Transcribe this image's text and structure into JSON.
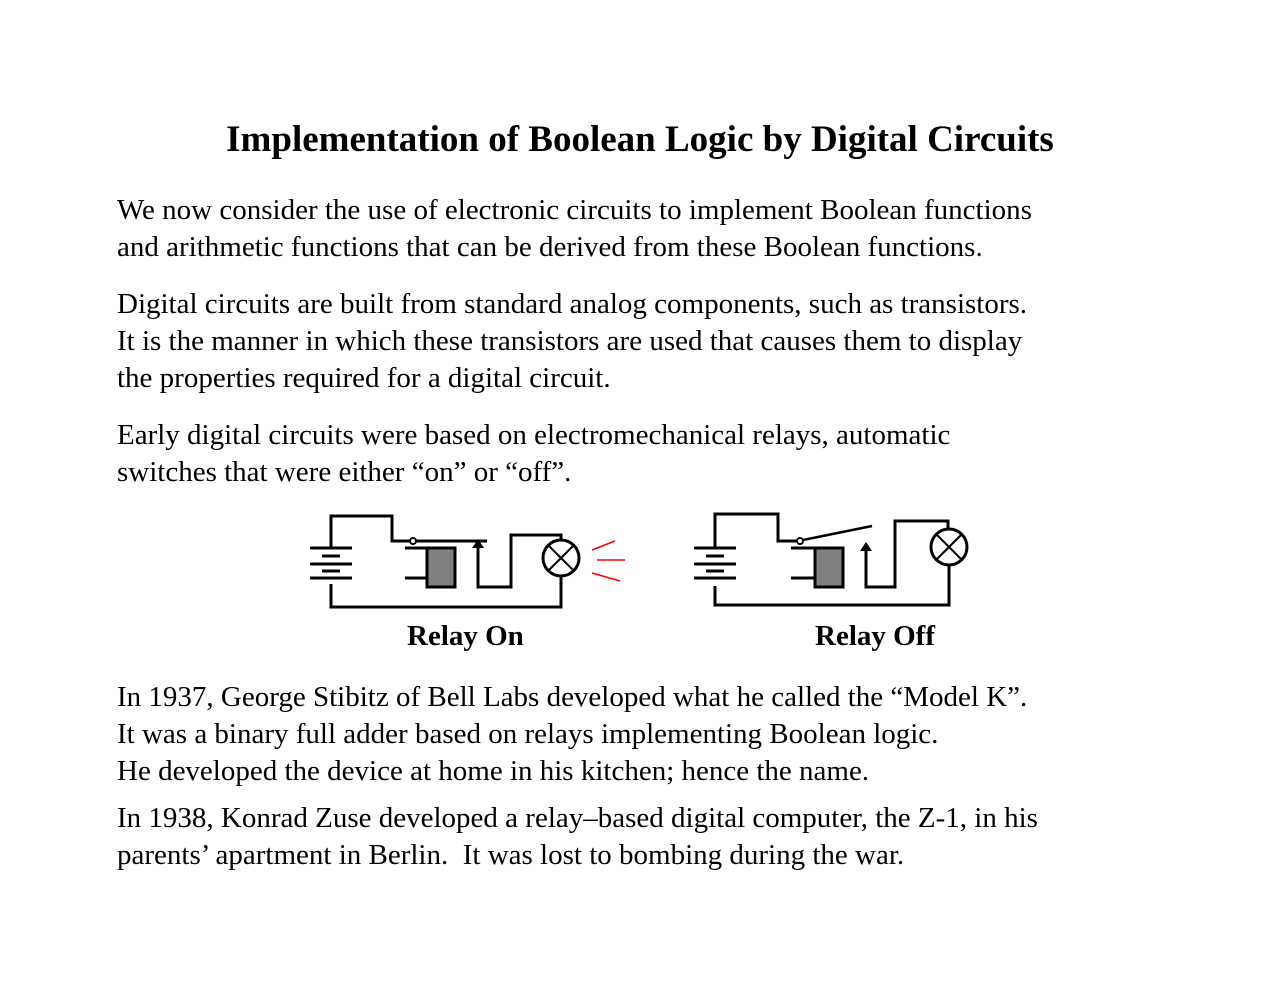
{
  "title": "Implementation of Boolean Logic by Digital Circuits",
  "paragraphs": [
    "We now consider the use of electronic circuits to implement Boolean functions\nand arithmetic functions that can be derived from these Boolean functions.",
    "Digital circuits are built from standard analog components, such as transistors.\nIt is the manner in which these transistors are used that causes them to display\nthe properties required for a digital circuit.",
    "Early digital circuits were based on electromechanical relays, automatic\nswitches that were either “on” or “off”.",
    "In 1937, George Stibitz of Bell Labs developed what he called the “Model K”.\nIt was a binary full adder based on relays implementing Boolean logic.\nHe developed the device at home in his kitchen; hence the name.",
    "In 1938, Konrad Zuse developed a relay–based digital computer, the Z-1, in his\nparents’ apartment in Berlin.  It was lost to bombing during the war."
  ],
  "figures": {
    "relay_on_caption": "Relay On",
    "relay_off_caption": "Relay Off",
    "coil_color": "#808080",
    "light_color": "#ff0000"
  }
}
